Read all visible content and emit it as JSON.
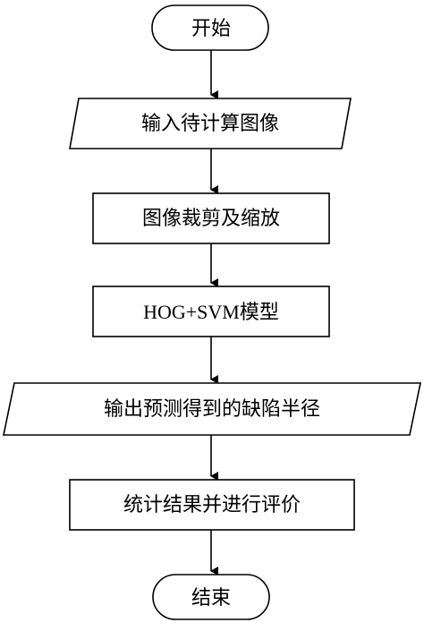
{
  "flowchart": {
    "start_label": "开始",
    "input_label": "输入待计算图像",
    "crop_label": "图像裁剪及缩放",
    "model_label": "HOG+SVM模型",
    "output_label": "输出预测得到的缺陷半径",
    "evaluate_label": "统计结果并进行评价",
    "end_label": "结束"
  },
  "colors": {
    "stroke": "#000000",
    "fill": "#ffffff",
    "text": "#000000"
  }
}
